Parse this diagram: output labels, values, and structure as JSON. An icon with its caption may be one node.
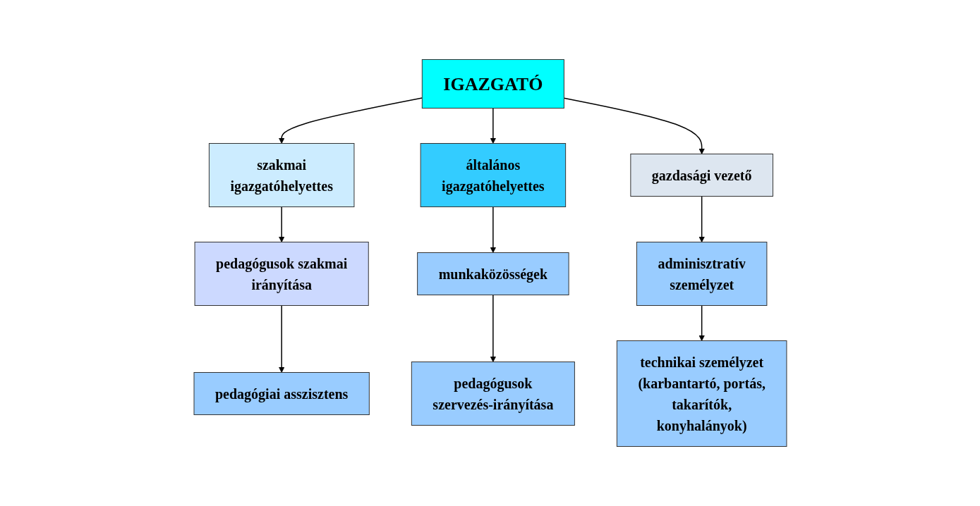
{
  "diagram": {
    "nodes": [
      {
        "text": [
          "IGAZGATÓ"
        ]
      },
      {
        "text": [
          "szakmai igazgatóhelyettes"
        ]
      },
      {
        "text": [
          "általános igazgatóhelyettes"
        ]
      },
      {
        "text": [
          "gazdasági vezető"
        ]
      },
      {
        "text": [
          "pedagógusok szakmai irányítása"
        ]
      },
      {
        "text": [
          "munkaközösségek"
        ]
      },
      {
        "text": [
          "adminisztratív személyzet"
        ]
      },
      {
        "text": [
          "pedagógiai asszisztens"
        ]
      },
      {
        "text": [
          "pedagógusok szervezés-irányítása"
        ]
      },
      {
        "text": [
          "technikai személyzet (karbantartó, portás, takarítók, konyhalányok)"
        ]
      }
    ],
    "edges": [
      {
        "from": 0,
        "to": 1,
        "arrow": "to"
      },
      {
        "from": 0,
        "to": 2,
        "arrow": "to"
      },
      {
        "from": 0,
        "to": 3,
        "arrow": "to"
      },
      {
        "from": 1,
        "to": 4,
        "arrow": "to"
      },
      {
        "from": 2,
        "to": 5,
        "arrow": "to"
      },
      {
        "from": 3,
        "to": 6,
        "arrow": "to"
      },
      {
        "from": 4,
        "to": 7,
        "arrow": "to"
      },
      {
        "from": 5,
        "to": 8,
        "arrow": "to"
      },
      {
        "from": 6,
        "to": 9,
        "arrow": "to"
      }
    ]
  }
}
